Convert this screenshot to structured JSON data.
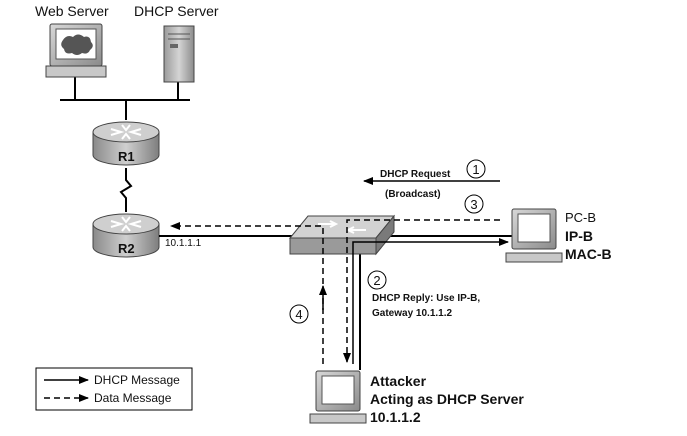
{
  "servers": {
    "web_server_label": "Web Server",
    "dhcp_server_label": "DHCP Server"
  },
  "routers": {
    "r1_label": "R1",
    "r2_label": "R2",
    "r2_interface_ip": "10.1.1.1"
  },
  "pc_b": {
    "name": "PC-B",
    "ip": "IP-B",
    "mac": "MAC-B"
  },
  "attacker": {
    "line1": "Attacker",
    "line2": "Acting as DHCP Server",
    "line3": "10.1.1.2"
  },
  "steps": {
    "step1": "1",
    "step2": "2",
    "step3": "3",
    "step4": "4",
    "dhcp_request": "DHCP  Request",
    "broadcast": "(Broadcast)",
    "reply_line1": "DHCP Reply: Use IP-B,",
    "reply_line2": "Gateway 10.1.1.2"
  },
  "legend": {
    "dhcp_message": "DHCP Message",
    "data_message": "Data Message"
  }
}
